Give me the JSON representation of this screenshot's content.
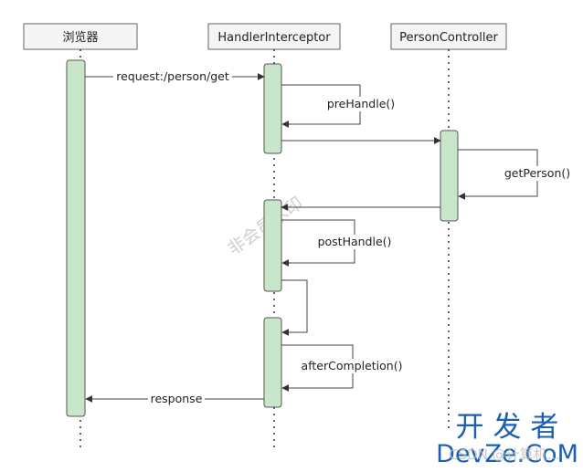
{
  "participants": {
    "browser": "浏览器",
    "interceptor": "HandlerInterceptor",
    "controller": "PersonController"
  },
  "messages": {
    "request": "request:/person/get",
    "pre_handle": "preHandle()",
    "get_person": "getPerson()",
    "post_handle": "postHandle()",
    "after_completion": "afterCompletion()",
    "response": "response"
  },
  "watermark": {
    "diagonal": "非会员水印",
    "brand_line1": "开 发 者",
    "brand_line2": "DevZe.CoM",
    "brand_overlay": "CSDN @计算机..."
  },
  "colors": {
    "header_fill": "#f5f5f5",
    "header_stroke": "#666666",
    "activation_fill": "#c8e6c9",
    "activation_stroke": "#555555",
    "line": "#444444",
    "brand": "#1a5fb4"
  }
}
